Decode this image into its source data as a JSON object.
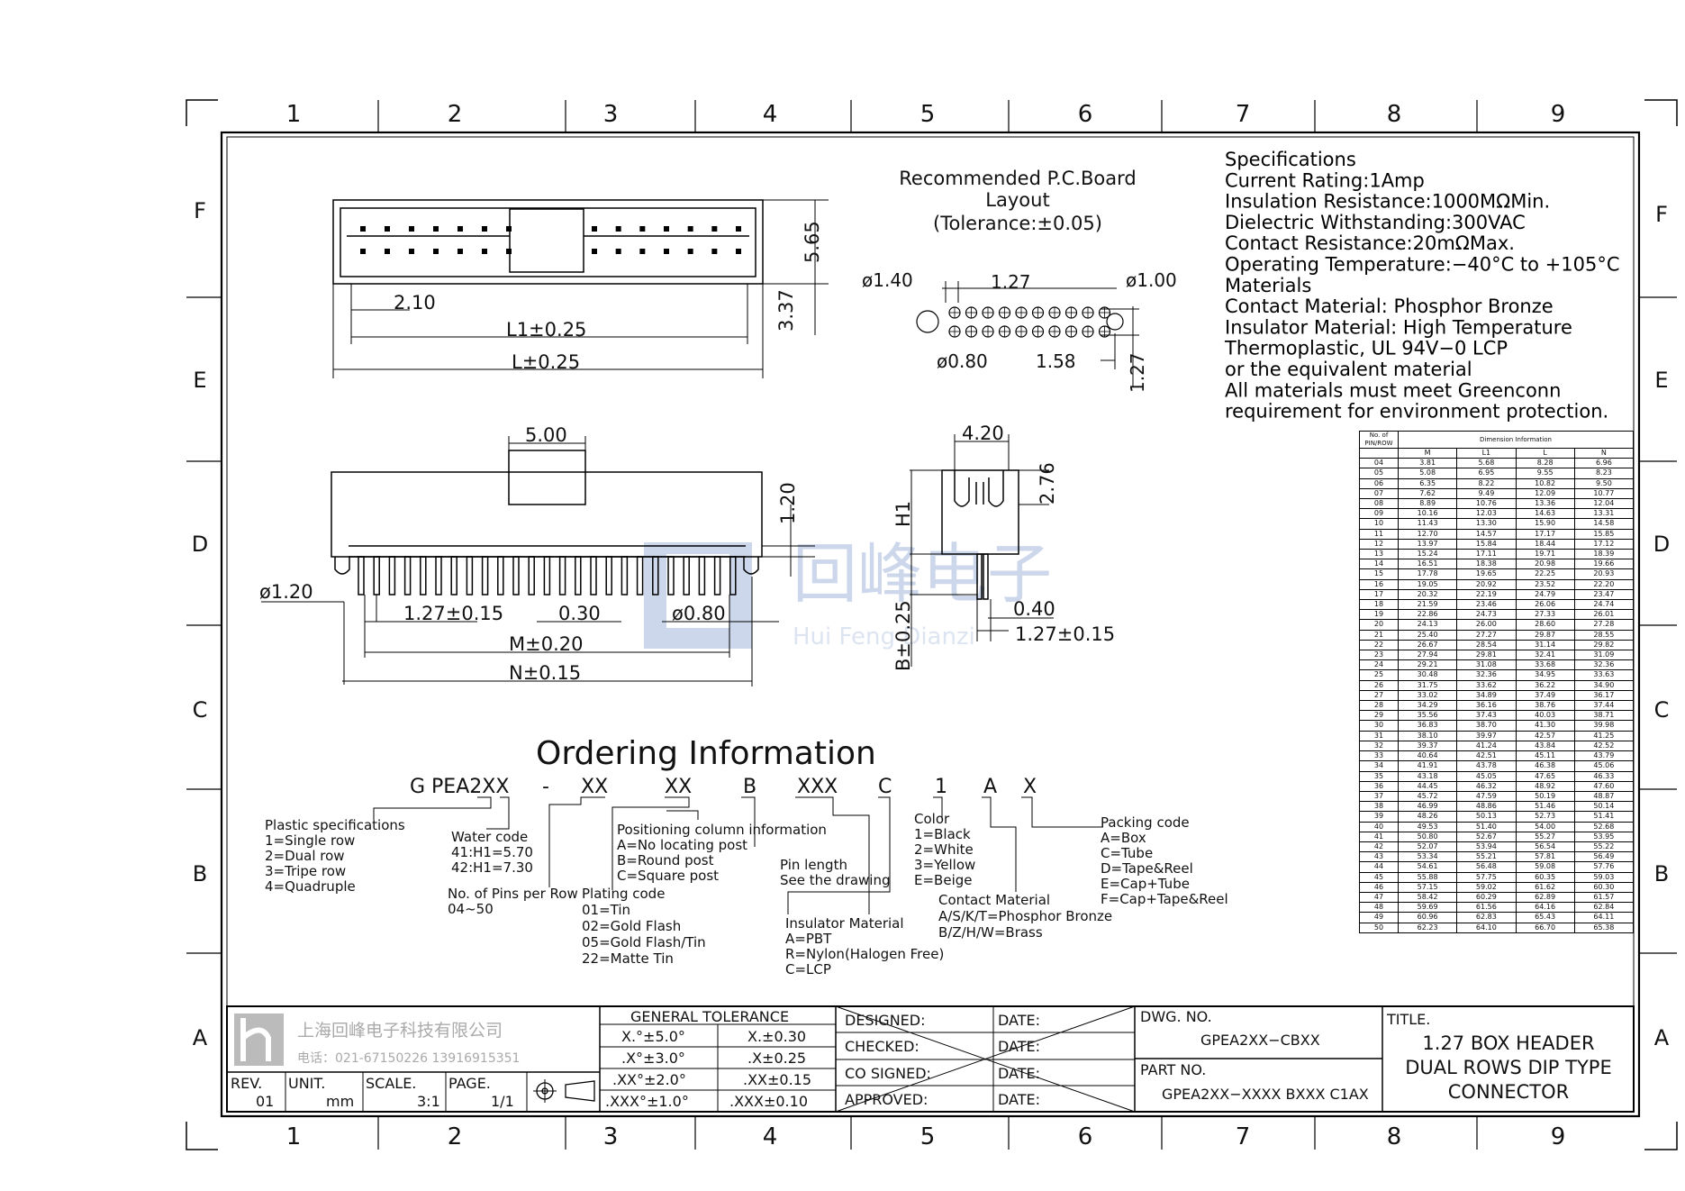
{
  "border": {
    "columns": [
      "1",
      "2",
      "3",
      "4",
      "5",
      "6",
      "7",
      "8",
      "9"
    ],
    "rows": [
      "F",
      "E",
      "D",
      "C",
      "B",
      "A"
    ]
  },
  "pcb_layout": {
    "title_line1": "Recommended P.C.Board",
    "title_line2": "Layout",
    "tolerance": "(Tolerance:±0.05)",
    "dims": [
      "ø1.40",
      "1.27",
      "ø1.00",
      "ø0.80",
      "1.58",
      "1.27"
    ]
  },
  "top_view_dims": [
    "2.10",
    "L1±0.25",
    "L±0.25",
    "5.65",
    "3.37"
  ],
  "front_view_dims": [
    "5.00",
    "1.20",
    "ø1.20",
    "1.27±0.15",
    "0.30",
    "ø0.80",
    "M±0.20",
    "N±0.15"
  ],
  "side_view_dims": [
    "4.20",
    "2.76",
    "H1",
    "B±0.25",
    "0.40",
    "1.27±0.15"
  ],
  "watermark": {
    "cn": "回峰电子",
    "en": "Hui Feng Dianzi"
  },
  "specifications": [
    "Specifications",
    "Current  Rating:1Amp",
    "Insulation  Resistance:1000MΩMin.",
    "Dielectric  Withstanding:300VAC",
    "Contact  Resistance:20mΩMax.",
    "Operating  Temperature:−40°C  to  +105°C",
    "Materials",
    "Contact  Material:  Phosphor  Bronze",
    "Insulator  Material:  High  Temperature",
    "Thermoplastic,  UL  94V−0  LCP",
    "or  the  equivalent  material",
    "All  materials  must  meet  Greenconn",
    "requirement  for  environment  protection."
  ],
  "dimension_table": {
    "title": "Dimension Information",
    "headers": [
      "No. of PIN/ROW",
      "M",
      "L1",
      "L",
      "N"
    ],
    "rows": [
      [
        "04",
        "3.81",
        "5.68",
        "8.28",
        "6.96"
      ],
      [
        "05",
        "5.08",
        "6.95",
        "9.55",
        "8.23"
      ],
      [
        "06",
        "6.35",
        "8.22",
        "10.82",
        "9.50"
      ],
      [
        "07",
        "7.62",
        "9.49",
        "12.09",
        "10.77"
      ],
      [
        "08",
        "8.89",
        "10.76",
        "13.36",
        "12.04"
      ],
      [
        "09",
        "10.16",
        "12.03",
        "14.63",
        "13.31"
      ],
      [
        "10",
        "11.43",
        "13.30",
        "15.90",
        "14.58"
      ],
      [
        "11",
        "12.70",
        "14.57",
        "17.17",
        "15.85"
      ],
      [
        "12",
        "13.97",
        "15.84",
        "18.44",
        "17.12"
      ],
      [
        "13",
        "15.24",
        "17.11",
        "19.71",
        "18.39"
      ],
      [
        "14",
        "16.51",
        "18.38",
        "20.98",
        "19.66"
      ],
      [
        "15",
        "17.78",
        "19.65",
        "22.25",
        "20.93"
      ],
      [
        "16",
        "19.05",
        "20.92",
        "23.52",
        "22.20"
      ],
      [
        "17",
        "20.32",
        "22.19",
        "24.79",
        "23.47"
      ],
      [
        "18",
        "21.59",
        "23.46",
        "26.06",
        "24.74"
      ],
      [
        "19",
        "22.86",
        "24.73",
        "27.33",
        "26.01"
      ],
      [
        "20",
        "24.13",
        "26.00",
        "28.60",
        "27.28"
      ],
      [
        "21",
        "25.40",
        "27.27",
        "29.87",
        "28.55"
      ],
      [
        "22",
        "26.67",
        "28.54",
        "31.14",
        "29.82"
      ],
      [
        "23",
        "27.94",
        "29.81",
        "32.41",
        "31.09"
      ],
      [
        "24",
        "29.21",
        "31.08",
        "33.68",
        "32.36"
      ],
      [
        "25",
        "30.48",
        "32.36",
        "34.95",
        "33.63"
      ],
      [
        "26",
        "31.75",
        "33.62",
        "36.22",
        "34.90"
      ],
      [
        "27",
        "33.02",
        "34.89",
        "37.49",
        "36.17"
      ],
      [
        "28",
        "34.29",
        "36.16",
        "38.76",
        "37.44"
      ],
      [
        "29",
        "35.56",
        "37.43",
        "40.03",
        "38.71"
      ],
      [
        "30",
        "36.83",
        "38.70",
        "41.30",
        "39.98"
      ],
      [
        "31",
        "38.10",
        "39.97",
        "42.57",
        "41.25"
      ],
      [
        "32",
        "39.37",
        "41.24",
        "43.84",
        "42.52"
      ],
      [
        "33",
        "40.64",
        "42.51",
        "45.11",
        "43.79"
      ],
      [
        "34",
        "41.91",
        "43.78",
        "46.38",
        "45.06"
      ],
      [
        "35",
        "43.18",
        "45.05",
        "47.65",
        "46.33"
      ],
      [
        "36",
        "44.45",
        "46.32",
        "48.92",
        "47.60"
      ],
      [
        "37",
        "45.72",
        "47.59",
        "50.19",
        "48.87"
      ],
      [
        "38",
        "46.99",
        "48.86",
        "51.46",
        "50.14"
      ],
      [
        "39",
        "48.26",
        "50.13",
        "52.73",
        "51.41"
      ],
      [
        "40",
        "49.53",
        "51.40",
        "54.00",
        "52.68"
      ],
      [
        "41",
        "50.80",
        "52.67",
        "55.27",
        "53.95"
      ],
      [
        "42",
        "52.07",
        "53.94",
        "56.54",
        "55.22"
      ],
      [
        "43",
        "53.34",
        "55.21",
        "57.81",
        "56.49"
      ],
      [
        "44",
        "54.61",
        "56.48",
        "59.08",
        "57.76"
      ],
      [
        "45",
        "55.88",
        "57.75",
        "60.35",
        "59.03"
      ],
      [
        "46",
        "57.15",
        "59.02",
        "61.62",
        "60.30"
      ],
      [
        "47",
        "58.42",
        "60.29",
        "62.89",
        "61.57"
      ],
      [
        "48",
        "59.69",
        "61.56",
        "64.16",
        "62.84"
      ],
      [
        "49",
        "60.96",
        "62.83",
        "65.43",
        "64.11"
      ],
      [
        "50",
        "62.23",
        "64.10",
        "66.70",
        "65.38"
      ]
    ]
  },
  "ordering": {
    "title": "Ordering  Information",
    "code": [
      "G PEA2XX",
      "-",
      "XX",
      "XX",
      "B",
      "XXX",
      "C",
      "1",
      "A",
      "X"
    ],
    "plastic": [
      "Plastic specifications",
      "1=Single  row",
      "2=Dual  row",
      "3=Tripe  row",
      "4=Quadruple"
    ],
    "water": [
      "Water  code",
      "41:H1=5.70",
      "42:H1=7.30"
    ],
    "pins": [
      "No.  of  Pins per  Row",
      "04~50"
    ],
    "positioning": [
      "Positioning  column  information",
      "A=No  locating  post",
      "B=Round  post",
      "C=Square  post"
    ],
    "plating": [
      "Plating  code",
      "01=Tin",
      "02=Gold  Flash",
      "05=Gold  Flash/Tin",
      "22=Matte  Tin"
    ],
    "pin_length": [
      "Pin  length",
      "See  the  drawing"
    ],
    "insulator": [
      "Insulator  Material",
      "A=PBT",
      "R=Nylon(Halogen  Free)",
      "C=LCP"
    ],
    "color": [
      "Color",
      "1=Black",
      "2=White",
      "3=Yellow",
      "E=Beige"
    ],
    "contact": [
      "Contact  Material",
      "A/S/K/T=Phosphor  Bronze",
      "B/Z/H/W=Brass"
    ],
    "packing": [
      "Packing  code",
      "A=Box",
      "C=Tube",
      "D=Tape&Reel",
      "E=Cap+Tube",
      "F=Cap+Tape&Reel"
    ]
  },
  "title_block": {
    "company": "上海回峰电子科技有限公司",
    "phone": "电话：021-67150226  13916915351",
    "rev_label": "REV.",
    "rev": "01",
    "unit_label": "UNIT.",
    "unit": "mm",
    "scale_label": "SCALE.",
    "scale": "3:1",
    "page_label": "PAGE.",
    "page": "1/1",
    "tolerance_title": "GENERAL  TOLERANCE",
    "tolerances": [
      [
        "X.°±5.0°",
        "X.±0.30"
      ],
      [
        ".X°±3.0°",
        ".X±0.25"
      ],
      [
        ".XX°±2.0°",
        ".XX±0.15"
      ],
      [
        ".XXX°±1.0°",
        ".XXX±0.10"
      ]
    ],
    "signoff": [
      "DESIGNED:",
      "CHECKED:",
      "CO  SIGNED:",
      "APPROVED:"
    ],
    "date_label": "DATE:",
    "dwg_no_label": "DWG.  NO.",
    "dwg_no": "GPEA2XX−CBXX",
    "part_no_label": "PART  NO.",
    "part_no": "GPEA2XX−XXXX  BXXX  C1AX",
    "title_label": "TITLE.",
    "title_lines": [
      "1.27  BOX  HEADER",
      "DUAL  ROWS  DIP  TYPE",
      "CONNECTOR"
    ]
  }
}
